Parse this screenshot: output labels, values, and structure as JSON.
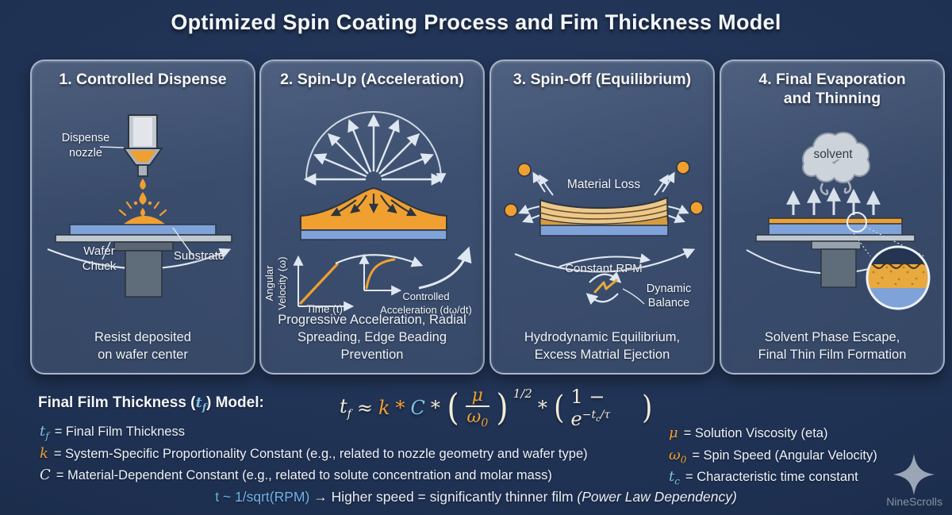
{
  "title": "Optimized Spin Coating Process and Fim Thickness Model",
  "watermark": "NineScrolls",
  "colors": {
    "background": "#1f3152",
    "accent_orange": "#f0a030",
    "accent_blue": "#7fc2e8",
    "wafer_blue": "#7fa3d8",
    "panel_border": "#cbd8ea"
  },
  "panels": [
    {
      "title": "1. Controlled Dispense",
      "labels": {
        "nozzle": "Dispense\nnozzle",
        "chuck": "Wafer\nChuck",
        "substrate": "Substrate"
      },
      "caption": "Resist deposited\non wafer center"
    },
    {
      "title": "2. Spin-Up (Acceleration)",
      "labels": {
        "y_axis": "Angular\nVelocity (ω)",
        "x_axis": "Time (t)",
        "accel": "Controlled\nAcceleration (dω/dt)"
      },
      "caption": "Progressive Acceleration, Radial\nSpreading, Edge Beading Prevention"
    },
    {
      "title": "3. Spin-Off (Equilibrium)",
      "labels": {
        "material_loss": "Material Loss",
        "constant_rpm": "Constant RPM",
        "dynamic_balance": "Dynamic\nBalance"
      },
      "caption": "Hydrodynamic Equilibrium,\nExcess Matrial Ejection"
    },
    {
      "title": "4. Final Evaporation\nand Thinning",
      "labels": {
        "solvent": "solvent"
      },
      "caption": "Solvent Phase Escape,\nFinal Thin Film Formation"
    }
  ],
  "model": {
    "heading": {
      "prefix": "Final Film Thickness (",
      "var": "t",
      "sub": "f",
      "suffix": ") Model:"
    },
    "formula": {
      "t": "t",
      "t_sub": "f",
      "approx": "≈",
      "k": "k",
      "star1": "*",
      "C": "C",
      "star2": "*",
      "open": "(",
      "mu": "μ",
      "omega": "ω",
      "omega_sub": "0",
      "close": ")",
      "exponent": "1/2",
      "star3": "*",
      "open2": "(",
      "one_minus": "1 −",
      "e": "e",
      "e_exp": "−t",
      "e_exp_sub": "c",
      "e_exp_tail": "/τ",
      "close2": ")"
    },
    "definitions_left": [
      {
        "sym": "t",
        "sub": "f",
        "text": "= Final Film Thickness"
      },
      {
        "sym": "k",
        "sub": "",
        "text": "= System-Specific Proportionality Constant (e.g., related to nozzle geometry and wafer type)"
      },
      {
        "sym": "C",
        "sub": "",
        "text": "= Material-Dependent Constant (e.g., related to solute concentration and molar mass)"
      }
    ],
    "definitions_right": [
      {
        "sym": "μ",
        "sub": "",
        "text": "= Solution Viscosity (eta)"
      },
      {
        "sym": "ω",
        "sub": "0",
        "text": "= Spin Speed (Angular Velocity)"
      },
      {
        "sym": "t",
        "sub": "c",
        "text": "= Characteristic time constant"
      }
    ],
    "conclusion": {
      "relation": "t ~ 1/sqrt(RPM)",
      "arrow": "→",
      "text": "Higher speed = significantly thinner film",
      "note": "(Power Law Dependency)"
    }
  }
}
